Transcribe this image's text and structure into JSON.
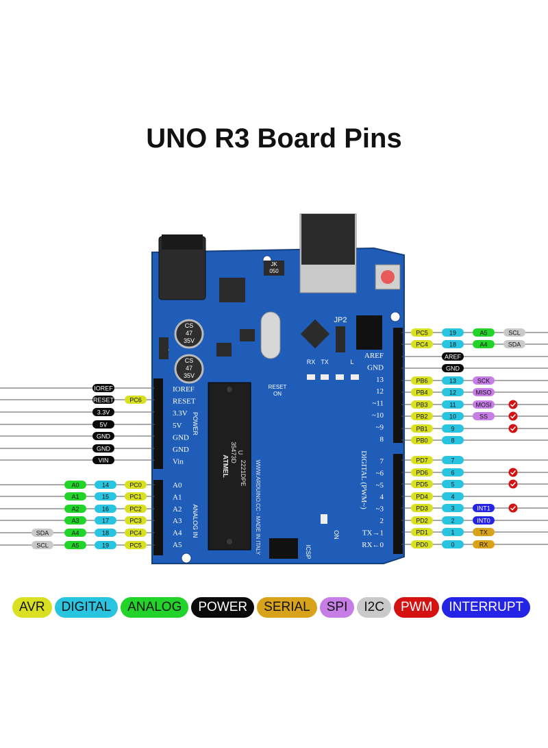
{
  "title": "UNO R3 Board Pins",
  "colors": {
    "avr": "#d9e021",
    "digital": "#29c4e0",
    "analog": "#22d42a",
    "power": "#0a0a0a",
    "serial": "#d9a21b",
    "spi": "#c77de6",
    "i2c": "#c9c9c9",
    "pwm": "#d41212",
    "interrupt": "#2424e6",
    "board": "#1f5db8"
  },
  "legend": [
    {
      "label": "AVR",
      "type": "avr"
    },
    {
      "label": "DIGITAL",
      "type": "digital"
    },
    {
      "label": "ANALOG",
      "type": "analog"
    },
    {
      "label": "POWER",
      "type": "power"
    },
    {
      "label": "SERIAL",
      "type": "serial"
    },
    {
      "label": "SPI",
      "type": "spi"
    },
    {
      "label": "I2C",
      "type": "i2c"
    },
    {
      "label": "PWM",
      "type": "pwm"
    },
    {
      "label": "INTERRUPT",
      "type": "interrupt"
    }
  ],
  "board": {
    "header_power": [
      "IOREF",
      "RESET",
      "3.3V",
      "5V",
      "GND",
      "GND",
      "Vin"
    ],
    "header_analog": [
      "A0",
      "A1",
      "A2",
      "A3",
      "A4",
      "A5"
    ],
    "header_digital_top": [
      "AREF",
      "GND",
      "13",
      "12",
      "~11",
      "~10",
      "~9",
      "8"
    ],
    "header_digital_bottom": [
      "7",
      "~6",
      "~5",
      "4",
      "~3",
      "2",
      "TX→1",
      "RX←0"
    ],
    "power_label": "POWER",
    "analog_label": "ANALOG IN",
    "digital_label": "DIGITAL (PWM~)",
    "chip_brand": "ATMEL",
    "chip_part": "35473D",
    "chip_sub": "U",
    "chip_model": "2221DPE",
    "chip_made": "WWW.ARDUINO.CC - MADE IN ITALY",
    "cap1": [
      "CS",
      "47",
      "35V"
    ],
    "cap2": [
      "CS",
      "47",
      "35V"
    ],
    "crystal_label": [
      "JK",
      "050"
    ],
    "jp2_label": "JP2",
    "reset_label": [
      "RESET",
      "ON"
    ],
    "rx_label": "RX",
    "tx_label": "TX",
    "l_label": "L",
    "on_label": "ON",
    "icsp_label": "ICSP"
  },
  "left_pins": [
    {
      "tags": [
        {
          "t": "IOREF",
          "c": "power"
        }
      ]
    },
    {
      "tags": [
        {
          "t": "RESET",
          "c": "power"
        },
        {
          "t": "PC6",
          "c": "avr"
        }
      ]
    },
    {
      "tags": [
        {
          "t": "3.3V",
          "c": "power"
        }
      ]
    },
    {
      "tags": [
        {
          "t": "5V",
          "c": "power"
        }
      ]
    },
    {
      "tags": [
        {
          "t": "GND",
          "c": "power"
        }
      ]
    },
    {
      "tags": [
        {
          "t": "GND",
          "c": "power"
        }
      ]
    },
    {
      "tags": [
        {
          "t": "VIN",
          "c": "power"
        }
      ]
    },
    {
      "tags": [
        {
          "t": "A0",
          "c": "analog"
        },
        {
          "t": "14",
          "c": "digital"
        },
        {
          "t": "PC0",
          "c": "avr"
        }
      ]
    },
    {
      "tags": [
        {
          "t": "A1",
          "c": "analog"
        },
        {
          "t": "15",
          "c": "digital"
        },
        {
          "t": "PC1",
          "c": "avr"
        }
      ]
    },
    {
      "tags": [
        {
          "t": "A2",
          "c": "analog"
        },
        {
          "t": "16",
          "c": "digital"
        },
        {
          "t": "PC2",
          "c": "avr"
        }
      ]
    },
    {
      "tags": [
        {
          "t": "A3",
          "c": "analog"
        },
        {
          "t": "17",
          "c": "digital"
        },
        {
          "t": "PC3",
          "c": "avr"
        }
      ]
    },
    {
      "tags": [
        {
          "t": "SDA",
          "c": "i2c"
        },
        {
          "t": "A4",
          "c": "analog"
        },
        {
          "t": "18",
          "c": "digital"
        },
        {
          "t": "PC4",
          "c": "avr"
        }
      ]
    },
    {
      "tags": [
        {
          "t": "SCL",
          "c": "i2c"
        },
        {
          "t": "A5",
          "c": "analog"
        },
        {
          "t": "19",
          "c": "digital"
        },
        {
          "t": "PC5",
          "c": "avr"
        }
      ]
    }
  ],
  "right_pins": [
    {
      "tags": [
        {
          "t": "PC5",
          "c": "avr"
        },
        {
          "t": "19",
          "c": "digital"
        },
        {
          "t": "A5",
          "c": "analog"
        },
        {
          "t": "SCL",
          "c": "i2c"
        }
      ]
    },
    {
      "tags": [
        {
          "t": "PC4",
          "c": "avr"
        },
        {
          "t": "18",
          "c": "digital"
        },
        {
          "t": "A4",
          "c": "analog"
        },
        {
          "t": "SDA",
          "c": "i2c"
        }
      ]
    },
    {
      "tags": [
        {
          "t": "AREF",
          "c": "power"
        }
      ]
    },
    {
      "tags": [
        {
          "t": "GND",
          "c": "power"
        }
      ]
    },
    {
      "tags": [
        {
          "t": "PB6",
          "c": "avr"
        },
        {
          "t": "13",
          "c": "digital"
        },
        {
          "t": "SCK",
          "c": "spi"
        }
      ]
    },
    {
      "tags": [
        {
          "t": "PB4",
          "c": "avr"
        },
        {
          "t": "12",
          "c": "digital"
        },
        {
          "t": "MISO",
          "c": "spi"
        }
      ]
    },
    {
      "tags": [
        {
          "t": "PB3",
          "c": "avr"
        },
        {
          "t": "11",
          "c": "digital"
        },
        {
          "t": "MOSI",
          "c": "spi"
        }
      ],
      "pwm": true
    },
    {
      "tags": [
        {
          "t": "PB2",
          "c": "avr"
        },
        {
          "t": "10",
          "c": "digital"
        },
        {
          "t": "SS",
          "c": "spi"
        }
      ],
      "pwm": true
    },
    {
      "tags": [
        {
          "t": "PB1",
          "c": "avr"
        },
        {
          "t": "9",
          "c": "digital"
        }
      ],
      "pwm": true
    },
    {
      "tags": [
        {
          "t": "PB0",
          "c": "avr"
        },
        {
          "t": "8",
          "c": "digital"
        }
      ]
    },
    {
      "tags": [
        {
          "t": "PD7",
          "c": "avr"
        },
        {
          "t": "7",
          "c": "digital"
        }
      ]
    },
    {
      "tags": [
        {
          "t": "PD6",
          "c": "avr"
        },
        {
          "t": "6",
          "c": "digital"
        }
      ],
      "pwm": true
    },
    {
      "tags": [
        {
          "t": "PD5",
          "c": "avr"
        },
        {
          "t": "5",
          "c": "digital"
        }
      ],
      "pwm": true
    },
    {
      "tags": [
        {
          "t": "PD4",
          "c": "avr"
        },
        {
          "t": "4",
          "c": "digital"
        }
      ]
    },
    {
      "tags": [
        {
          "t": "PD3",
          "c": "avr"
        },
        {
          "t": "3",
          "c": "digital"
        },
        {
          "t": "INT1",
          "c": "interrupt"
        }
      ],
      "pwm": true
    },
    {
      "tags": [
        {
          "t": "PD2",
          "c": "avr"
        },
        {
          "t": "2",
          "c": "digital"
        },
        {
          "t": "INT0",
          "c": "interrupt"
        }
      ]
    },
    {
      "tags": [
        {
          "t": "PD1",
          "c": "avr"
        },
        {
          "t": "1",
          "c": "digital"
        },
        {
          "t": "TX",
          "c": "serial"
        }
      ]
    },
    {
      "tags": [
        {
          "t": "PD0",
          "c": "avr"
        },
        {
          "t": "0",
          "c": "digital"
        },
        {
          "t": "RX",
          "c": "serial"
        }
      ]
    }
  ]
}
